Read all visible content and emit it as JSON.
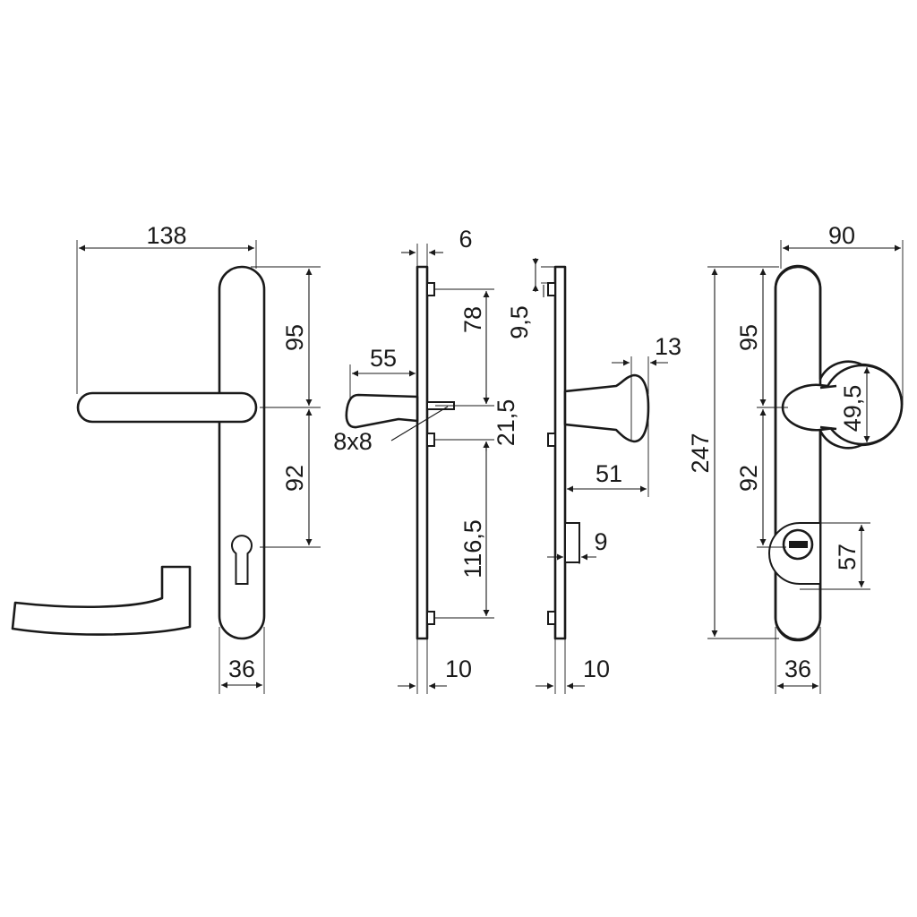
{
  "drawing": {
    "palette": {
      "stroke": "#1a1a1a",
      "background": "#ffffff"
    },
    "dimensions": {
      "front_lever_handle_width": "138",
      "front_upper_distance": "95",
      "front_lower_distance": "92",
      "front_plate_width": "36",
      "side_plate_thickness": "6",
      "side_top_fixing_distance": "78",
      "side_lever_projection": "55",
      "side_square_spindle": "8x8",
      "side_middle_fixing_distance": "21,5",
      "side_bottom_fixing_distance": "116,5",
      "side_plate_depth": "10",
      "knob_side_top_offset": "9,5",
      "knob_side_knob_thickness": "13",
      "knob_side_knob_projection": "51",
      "knob_side_cylinder_depth": "9",
      "knob_side_plate_depth": "10",
      "knob_front_overall_width": "90",
      "knob_front_plate_height": "247",
      "knob_front_upper_distance": "95",
      "knob_front_knob_diameter": "49,5",
      "knob_front_lower_distance": "92",
      "knob_front_rosette_size": "57",
      "knob_front_plate_width": "36"
    }
  }
}
